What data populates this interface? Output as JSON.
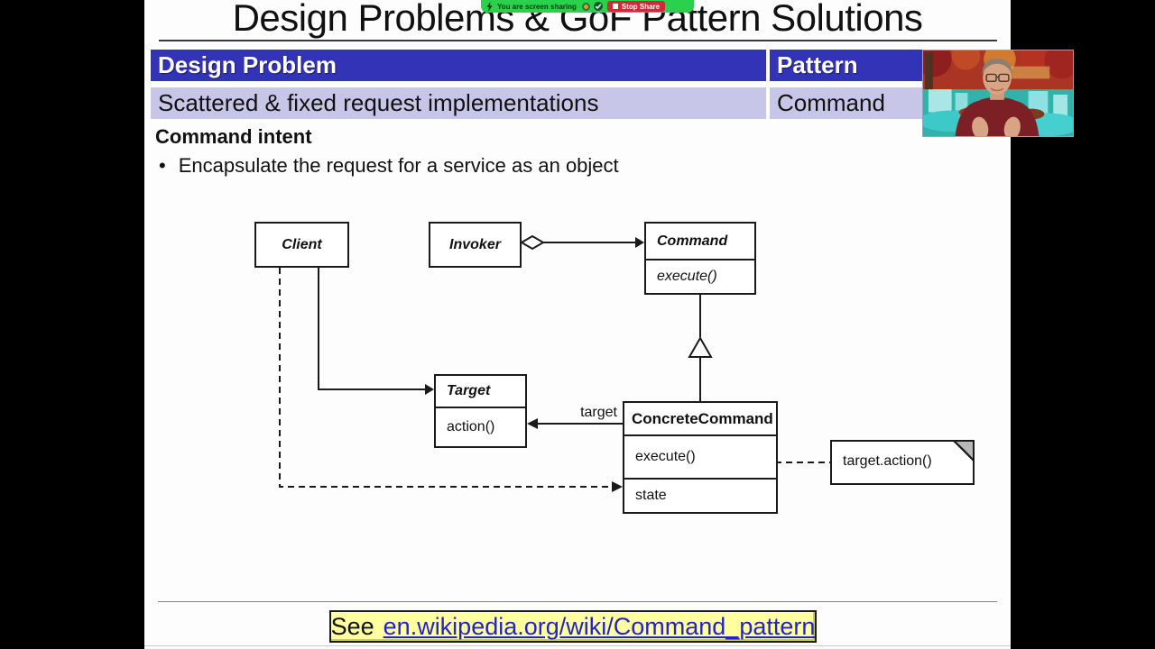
{
  "screen_share": {
    "sharing_label": "You are screen sharing",
    "stop_label": "Stop Share"
  },
  "slide": {
    "title": "Design Problems & GoF Pattern Solutions",
    "table": {
      "headers": [
        "Design Problem",
        "Pattern"
      ],
      "rows": [
        [
          "Scattered & fixed request implementations",
          "Command"
        ]
      ]
    },
    "intent_heading": "Command intent",
    "bullet_glyph": "•",
    "bullet_text": "Encapsulate the request for a service as an object",
    "footer": {
      "see_prefix": "See",
      "link_text": "en.wikipedia.org/wiki/Command_pattern"
    }
  },
  "diagram": {
    "client": {
      "name": "Client"
    },
    "invoker": {
      "name": "Invoker"
    },
    "command": {
      "name": "Command",
      "method": "execute()"
    },
    "target": {
      "name": "Target",
      "method": "action()"
    },
    "concrete_command": {
      "name": "ConcreteCommand",
      "method": "execute()",
      "attribute": "state"
    },
    "edge_label_target": "target",
    "note_text": "target.action()"
  },
  "colors": {
    "table_header_bg": "#3333b8",
    "table_row_bg": "#c8c6e8",
    "share_bar_green": "#2ad14d",
    "stop_button_red": "#ce2b38",
    "footer_bg": "#ffffa0",
    "link_blue": "#2323cc"
  }
}
